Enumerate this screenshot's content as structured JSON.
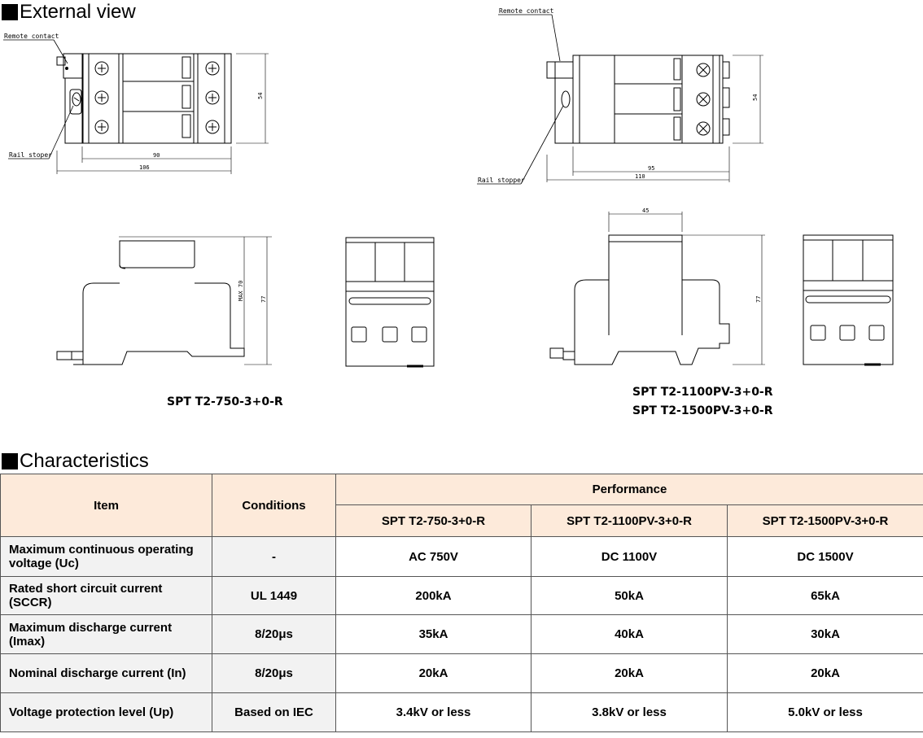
{
  "sections": {
    "external_view": "External view",
    "characteristics": "Characteristics"
  },
  "drawing_left": {
    "remote_contact": "Remote contact",
    "rail_stopper": "Rail stoper",
    "dim_height": "54",
    "dim_inner_width": "90",
    "dim_outer_width": "106",
    "dim_max_height": "MAX 70",
    "dim_side_height": "77",
    "model": "SPT T2-750-3+0-R"
  },
  "drawing_right": {
    "remote_contact": "Remote contact",
    "rail_stopper": "Rail stopper",
    "dim_height": "54",
    "dim_inner_width": "95",
    "dim_outer_width": "110",
    "dim_top_width": "45",
    "dim_side_height": "77",
    "model_1": "SPT T2-1100PV-3+0-R",
    "model_2": "SPT T2-1500PV-3+0-R"
  },
  "table": {
    "col_item": "Item",
    "col_conditions": "Conditions",
    "col_performance": "Performance",
    "models": [
      "SPT T2-750-3+0-R",
      "SPT T2-1100PV-3+0-R",
      "SPT T2-1500PV-3+0-R"
    ],
    "rows": [
      {
        "item": "Maximum continuous operating voltage (Uc)",
        "condition": "-",
        "values": [
          "AC 750V",
          "DC 1100V",
          "DC 1500V"
        ]
      },
      {
        "item": "Rated short circuit current (SCCR)",
        "condition": "UL 1449",
        "values": [
          "200kA",
          "50kA",
          "65kA"
        ]
      },
      {
        "item": "Maximum discharge current (Imax)",
        "condition": "8/20μs",
        "values": [
          "35kA",
          "40kA",
          "30kA"
        ]
      },
      {
        "item": "Nominal discharge current (In)",
        "condition": "8/20μs",
        "values": [
          "20kA",
          "20kA",
          "20kA"
        ]
      },
      {
        "item": "Voltage protection level (Up)",
        "condition": "Based on IEC",
        "values": [
          "3.4kV or less",
          "3.8kV or less",
          "5.0kV or less"
        ]
      }
    ]
  }
}
